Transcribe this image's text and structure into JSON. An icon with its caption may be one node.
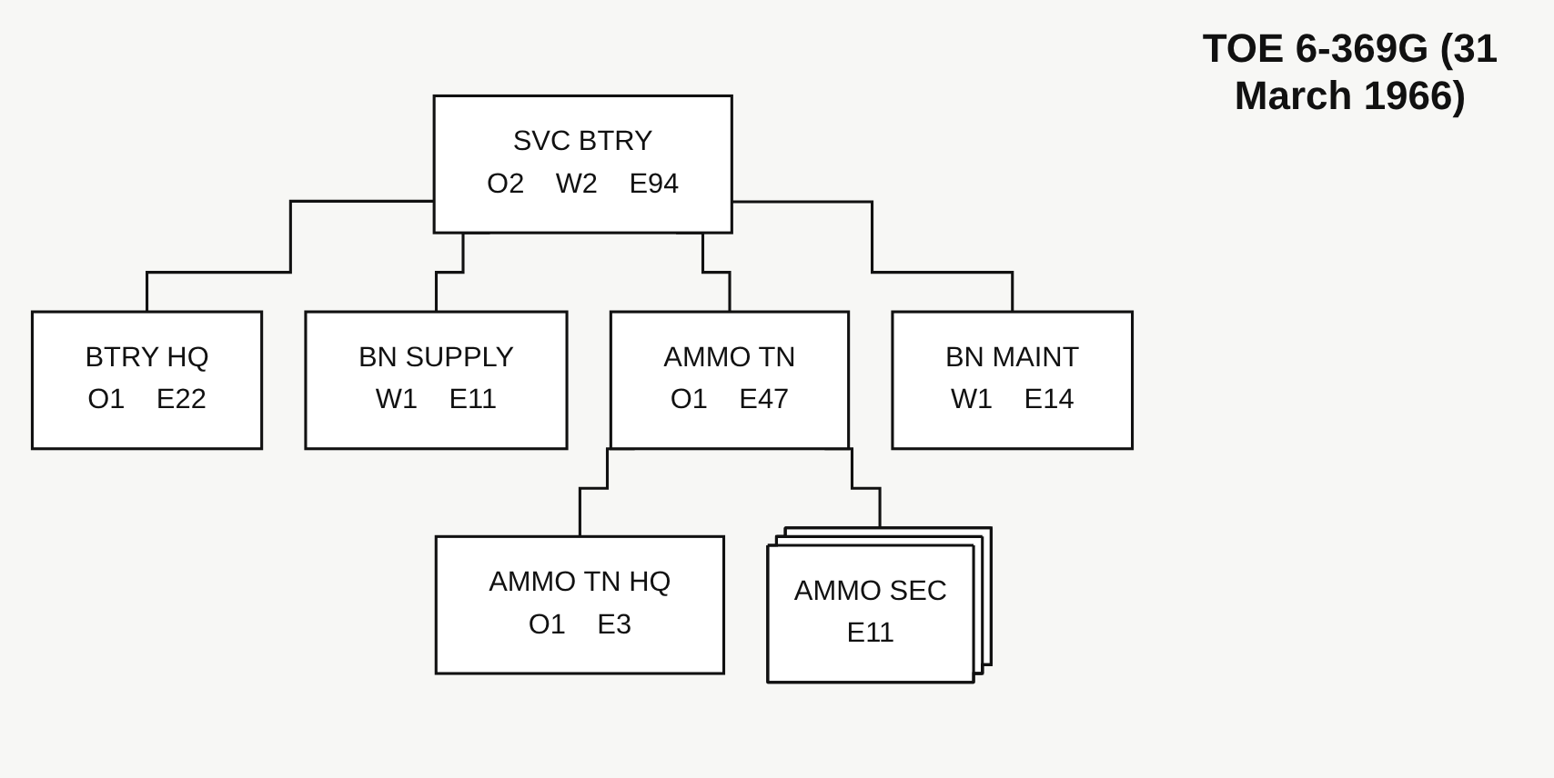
{
  "diagram": {
    "title": "TOE 6-369G (31 March 1966)",
    "nodes": [
      {
        "text": [
          "SVC BTRY",
          "O2",
          "W2",
          "E94"
        ]
      },
      {
        "text": [
          "BTRY HQ",
          "O1",
          "E22"
        ]
      },
      {
        "text": [
          "BN SUPPLY",
          "W1",
          "E11"
        ]
      },
      {
        "text": [
          "AMMO TN",
          "O1",
          "E47"
        ]
      },
      {
        "text": [
          "BN MAINT",
          "W1",
          "E14"
        ]
      },
      {
        "text": [
          "AMMO TN HQ",
          "O1",
          "E3"
        ]
      },
      {
        "text": [
          "AMMO SEC",
          "E11"
        ]
      }
    ],
    "edges": [
      {
        "from": 0,
        "to": 1,
        "arrow": "none"
      },
      {
        "from": 0,
        "to": 2,
        "arrow": "none"
      },
      {
        "from": 0,
        "to": 3,
        "arrow": "none"
      },
      {
        "from": 0,
        "to": 4,
        "arrow": "none"
      },
      {
        "from": 3,
        "to": 5,
        "arrow": "none"
      },
      {
        "from": 3,
        "to": 6,
        "arrow": "none"
      }
    ]
  }
}
